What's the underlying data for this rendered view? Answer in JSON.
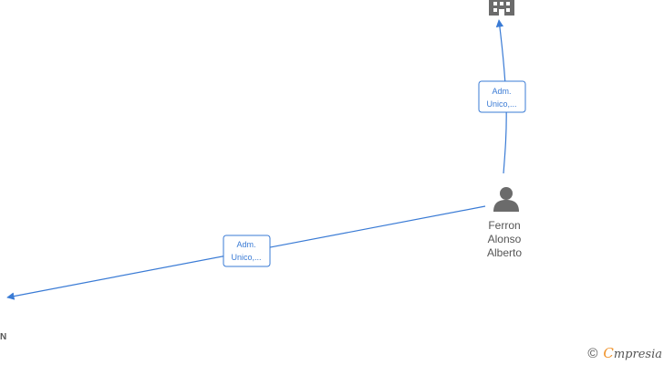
{
  "nodes": {
    "person": {
      "name_lines": [
        "Ferron",
        "Alonso",
        "Alberto"
      ],
      "icon": "person-icon"
    },
    "company_top": {
      "icon": "building-icon"
    },
    "company_left": {
      "label_fragment": "N"
    }
  },
  "edges": [
    {
      "from": "person",
      "to": "company_top",
      "label_lines": [
        "Adm.",
        "Unico,..."
      ]
    },
    {
      "from": "person",
      "to": "company_left",
      "label_lines": [
        "Adm.",
        "Unico,..."
      ]
    }
  ],
  "watermark": {
    "copyright": "©",
    "brand_initial": "C",
    "brand_rest": "mpresia"
  },
  "colors": {
    "edge": "#3a7bd5",
    "node": "#6b6b6b",
    "accent": "#f0932b"
  }
}
